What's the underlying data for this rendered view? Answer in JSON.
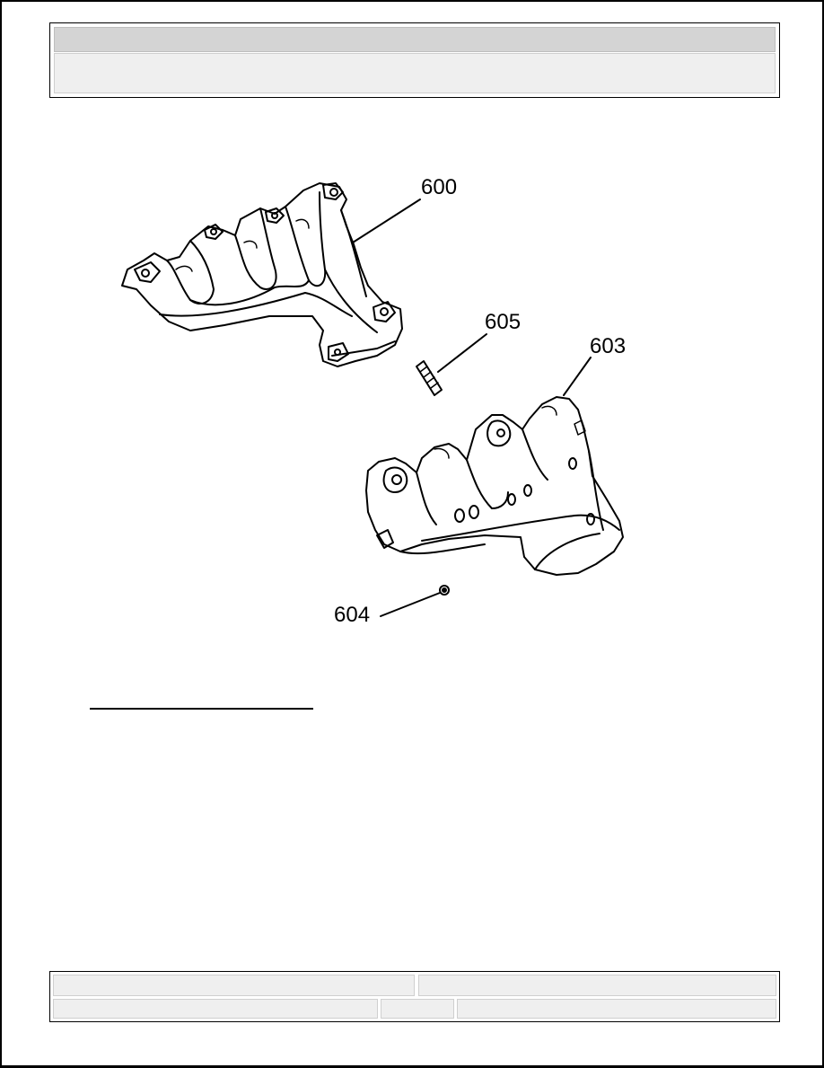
{
  "header": {
    "title": "",
    "subtitle": ""
  },
  "diagram": {
    "callouts": [
      {
        "id": "600",
        "label": "600"
      },
      {
        "id": "605",
        "label": "605"
      },
      {
        "id": "603",
        "label": "603"
      },
      {
        "id": "604",
        "label": "604"
      }
    ]
  },
  "footer": {
    "left_top": "",
    "right_top": "",
    "left_bottom": "",
    "middle_bottom": "",
    "right_bottom": ""
  }
}
